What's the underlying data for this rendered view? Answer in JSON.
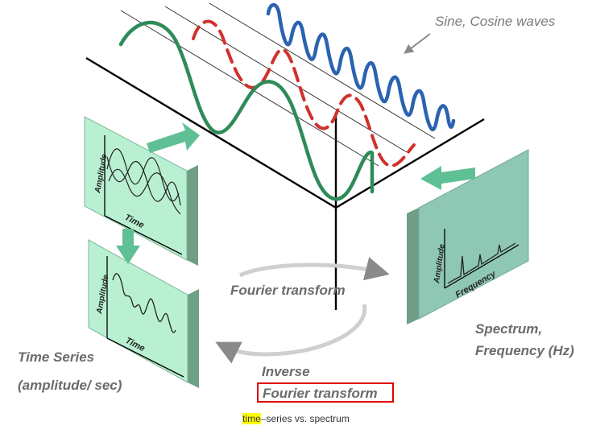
{
  "labels": {
    "sine_cosine": "Sine, Cosine waves",
    "fourier": "Fourier transform",
    "inverse_line1": "Inverse",
    "inverse_line2": "Fourier transform",
    "spectrum_line1": "Spectrum,",
    "spectrum_line2": "Frequency (Hz)",
    "timeseries_line1": "Time Series",
    "timeseries_line2": "(amplitude/ sec)"
  },
  "panels": {
    "top_left": {
      "y_axis": "Amplitude",
      "x_axis": "Time"
    },
    "bottom_left": {
      "y_axis": "Amplitude",
      "x_axis": "Time"
    },
    "right": {
      "y_axis": "Amplitude",
      "x_axis": "Frequency"
    }
  },
  "caption": {
    "highlight": "time",
    "rest": "–series vs. spectrum"
  },
  "colors": {
    "wave_green": "#2e8b57",
    "wave_red": "#d0312d",
    "wave_blue": "#2a63b0",
    "panel_face": "#b9f0d1",
    "panel_side": "#6f9f86",
    "spectrum_face": "#8fc7b5",
    "arrow_green": "#5fbf95",
    "highlight_box": "#e00000"
  }
}
